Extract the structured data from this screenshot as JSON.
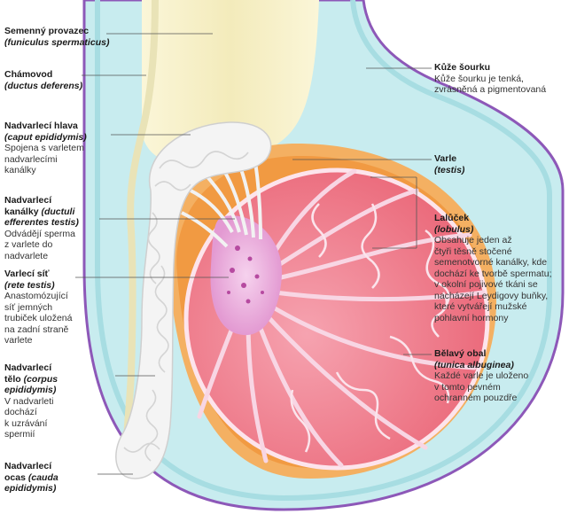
{
  "labels": {
    "funiculus": {
      "title": "Semenný provazec",
      "latin": "(funiculus spermaticus)"
    },
    "ductus": {
      "title": "Chámovod",
      "latin": "(ductus deferens)"
    },
    "caput": {
      "title": "Nadvarlecí hlava",
      "latin": "(caput epididymis)",
      "desc": [
        "Spojena s varletem",
        "nadvarlecími",
        "kanálky"
      ]
    },
    "ductuli": {
      "title": "Nadvarlecí",
      "title2": "kanálky",
      "latin_inline": "(ductuli",
      "latin": "efferentes testis)",
      "desc": [
        "Odvádějí sperma",
        "z varlete do",
        "nadvarlete"
      ]
    },
    "rete": {
      "title": "Varlecí síť",
      "latin": "(rete testis)",
      "desc": [
        "Anastomózující",
        "síť jemných",
        "trubiček uložená",
        "na zadní straně",
        "varlete"
      ]
    },
    "corpus": {
      "title": "Nadvarlecí",
      "title2": "tělo",
      "latin_inline": "(corpus",
      "latin": "epididymis)",
      "desc": [
        "V nadvarleti",
        "dochází",
        "k uzrávání",
        "spermií"
      ]
    },
    "cauda": {
      "title": "Nadvarlecí",
      "title2": "ocas",
      "latin_inline": "(cauda",
      "latin": "epididymis)"
    },
    "kuze": {
      "title": "Kůže šourku",
      "desc": [
        "Kůže šourku je tenká,",
        "zvrásněná a pigmentovaná"
      ]
    },
    "varle": {
      "title": "Varle",
      "latin": "(testis)"
    },
    "lobulus": {
      "title": "Lalůček",
      "latin": "(lobulus)",
      "desc": [
        "Obsahuje jeden až",
        "čtyři těsně stočené",
        "semenotvorné kanálky, kde",
        "dochází ke tvorbě spermatu;",
        "v okolní pojivové tkáni se",
        "nacházejí Leydigovy buňky,",
        "které vytvářejí mužské",
        "pohlavní hormony"
      ]
    },
    "albuginea": {
      "title": "Bělavý obal",
      "latin": "(tunica albuginea)",
      "desc": [
        "Každé varle je uloženo",
        "v tomto pevném",
        "ochranném pouzdře"
      ]
    }
  },
  "colors": {
    "scrotum_fill": "#c8ecef",
    "scrotum_edge": "#8d58b8",
    "cord": "#f7f1c8",
    "orange": "#f19a42",
    "testis": "#f07a86",
    "septa": "#f8d6e4",
    "rete": "#e8a8d8",
    "epididymis": "#f4f4f4",
    "leader": "#555555"
  }
}
